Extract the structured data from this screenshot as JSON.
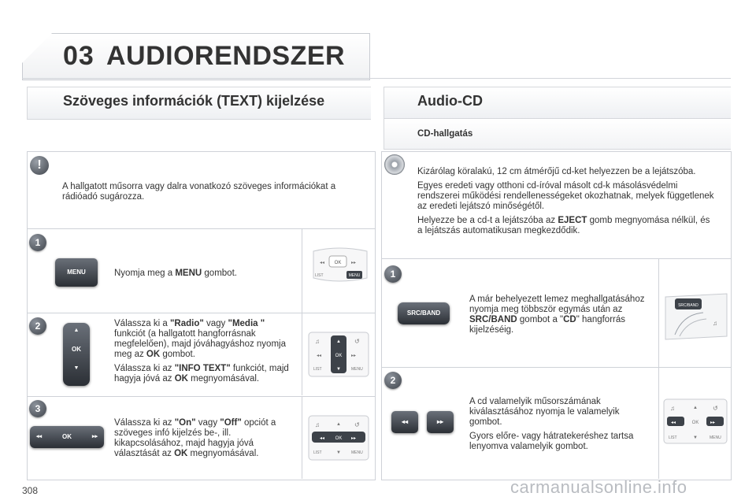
{
  "header": {
    "chapter_number": "03",
    "chapter_title": "AUDIORENDSZER"
  },
  "left": {
    "section_title": "Szöveges információk (TEXT) kijelzése",
    "note_icon": "exclamation-icon",
    "note_text": "A hallgatott műsorra vagy dalra vonatkozó szöveges információkat a rádióadó sugározza.",
    "steps": [
      {
        "number": "1",
        "button_label": "MENU",
        "text_parts": [
          "Nyomja meg a ",
          "MENU",
          " gombot."
        ]
      },
      {
        "number": "2",
        "text_a": [
          "Válassza ki a ",
          "\"Radio\"",
          " vagy ",
          "\"Media \"",
          " funkciót (a hallgatott hangforrásnak megfelelően), majd jóváhagyáshoz nyomja meg az ",
          "OK",
          " gombot."
        ],
        "text_b": [
          "Válassza ki az ",
          "\"INFO TEXT\"",
          " funkciót, majd hagyja jóvá az ",
          "OK",
          " megnyomásával."
        ],
        "ok_label": "OK"
      },
      {
        "number": "3",
        "text": [
          "Válassza ki az ",
          "\"On\"",
          " vagy ",
          "\"Off\"",
          " opciót a szöveges infó kijelzés be-, ill. kikapcsolásához, majd hagyja jóvá választását az ",
          "OK",
          " megnyomásával."
        ],
        "ok_label": "OK"
      }
    ]
  },
  "right": {
    "section_title": "Audio-CD",
    "subsection_title": "CD-hallgatás",
    "intro_icon": "cd-icon",
    "intro": [
      {
        "plain": "Kizárólag köralakú, 12 cm átmérőjű cd-ket helyezzen be a lejátszóba."
      },
      {
        "plain": "Egyes eredeti vagy otthoni cd-íróval másolt cd-k másolásvédelmi rendszerei működési rendellenességeket okozhatnak, melyek függetlenek az eredeti lejátszó minőségétől."
      },
      {
        "parts": [
          "Helyezze be a cd-t a lejátszóba az ",
          "EJECT",
          " gomb megnyomása nélkül, és a lejátszás automatikusan megkezdődik."
        ]
      }
    ],
    "steps": [
      {
        "number": "1",
        "button_label": "SRC/BAND",
        "text": [
          "A már behelyezett lemez meghallgatásához nyomja meg többször egymás után az ",
          "SRC/BAND",
          " gombot a \"",
          "CD",
          "\" hangforrás kijelzéséig."
        ]
      },
      {
        "number": "2",
        "text_a": "A cd valamelyik műsorszámának kiválasztásához nyomja le valamelyik gombot.",
        "text_b": "Gyors előre- vagy hátratekeréshez tartsa lenyomva valamelyik gombot."
      }
    ]
  },
  "controls": {
    "ok": "OK",
    "list": "LIST",
    "menu": "MENU",
    "src_band": "SRC/BAND"
  },
  "footer": {
    "page_number": "308",
    "watermark": "carmanualsonline.info"
  }
}
